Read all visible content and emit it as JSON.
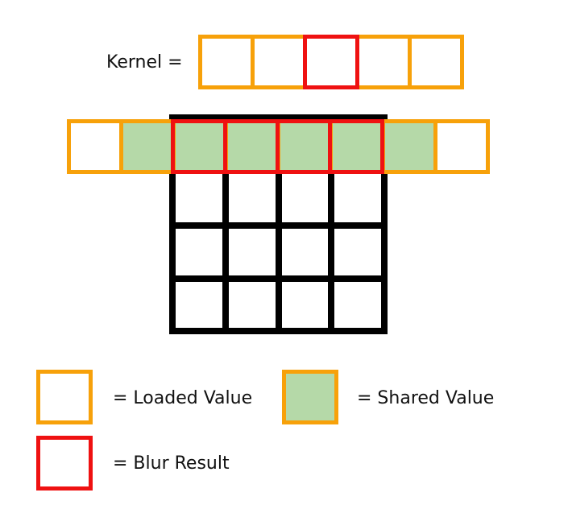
{
  "kernel": {
    "label": "Kernel =",
    "cells": [
      "loaded",
      "loaded",
      "center",
      "loaded",
      "loaded"
    ]
  },
  "input_row": {
    "cells": [
      "loaded",
      "shared",
      "shared",
      "shared",
      "shared",
      "shared",
      "shared",
      "loaded"
    ],
    "blur_result_cells": [
      2,
      3,
      4,
      5
    ]
  },
  "image_grid": {
    "columns": 4,
    "rows": 4
  },
  "legend": {
    "loaded_label": "= Loaded Value",
    "shared_label": "= Shared Value",
    "blur_label": "= Blur Result"
  },
  "colors": {
    "loaded_border": "#f7a10a",
    "shared_fill": "#b5d9a8",
    "blur_border": "#ef1111",
    "grid_line": "#000000"
  }
}
